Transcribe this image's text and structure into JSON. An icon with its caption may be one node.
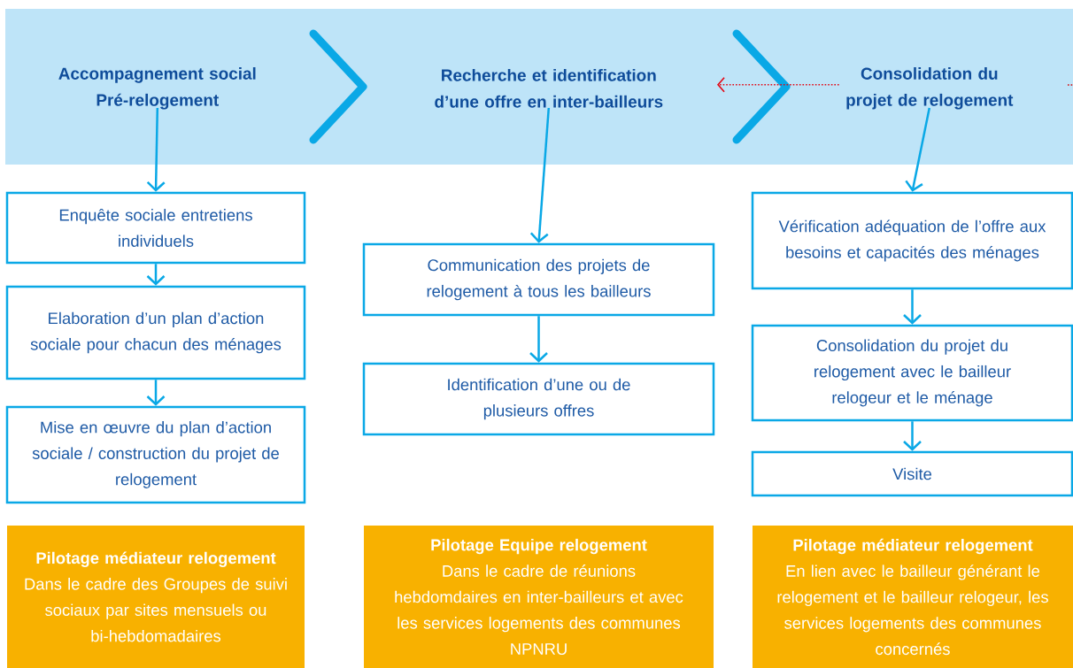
{
  "diagram": {
    "nodes": [
      {
        "text": [],
        "shape": "band"
      },
      {
        "text": [
          "Accompagnement social Pré-relogement"
        ],
        "in": 0
      },
      {
        "text": [
          "Recherche et identification d’une offre en inter-bailleurs"
        ],
        "in": 0
      },
      {
        "text": [
          "Consolidation du projet de relogement"
        ],
        "in": 0
      },
      {
        "text": [
          "Enquête sociale entretiens individuels"
        ]
      },
      {
        "text": [
          "Elaboration d’un plan d’action sociale pour chacun des ménages"
        ]
      },
      {
        "text": [
          "Mise en œuvre du plan d’action sociale / construction du projet de relogement"
        ]
      },
      {
        "text": [
          "Communication des projets de relogement à tous les bailleurs"
        ]
      },
      {
        "text": [
          "Identification d’une ou de plusieurs offres"
        ]
      },
      {
        "text": [
          "Vérification adéquation de l’offre aux besoins et capacités des ménages"
        ]
      },
      {
        "text": [
          "Consolidation du projet du relogement avec le bailleur relogeur et le ménage"
        ]
      },
      {
        "text": [
          "Visite"
        ]
      },
      {
        "text": [
          "Pilotage médiateur relogement",
          "Dans le cadre des Groupes de suivi sociaux par sites mensuels ou bi-hebdomadaires"
        ]
      },
      {
        "text": [
          "Pilotage Equipe relogement",
          "Dans le cadre de réunions hebdomdaires en inter-bailleurs et avec les services logements des communes NPNRU"
        ]
      },
      {
        "text": [
          "Pilotage médiateur relogement",
          "En lien avec le bailleur générant le relogement et le bailleur relogeur, les services logements des communes concernés"
        ]
      }
    ],
    "edges": [
      {
        "from": 3,
        "to": 2,
        "arrow": "to",
        "style": "dashed",
        "color": "#e30613"
      },
      {
        "from": 1,
        "to": 4,
        "arrow": "to"
      },
      {
        "from": 4,
        "to": 5,
        "arrow": "to"
      },
      {
        "from": 5,
        "to": 6,
        "arrow": "to"
      },
      {
        "from": 2,
        "to": 7,
        "arrow": "to"
      },
      {
        "from": 7,
        "to": 8,
        "arrow": "to"
      },
      {
        "from": 3,
        "to": 9,
        "arrow": "to"
      },
      {
        "from": 9,
        "to": 10,
        "arrow": "to"
      },
      {
        "from": 10,
        "to": 11,
        "arrow": "to"
      }
    ]
  }
}
